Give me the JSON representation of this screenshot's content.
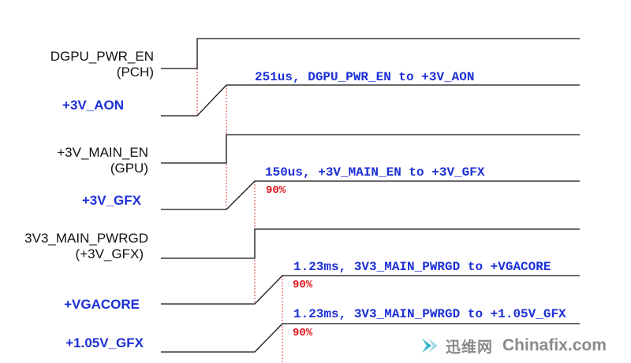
{
  "signals": [
    {
      "name": "dgpu-pwr-en",
      "lines": [
        "DGPU_PWR_EN",
        "(PCH)"
      ],
      "color": "#111111"
    },
    {
      "name": "3v-aon",
      "lines": [
        "+3V_AON"
      ],
      "color": "#1c2fd6"
    },
    {
      "name": "3v-main-en",
      "lines": [
        "+3V_MAIN_EN",
        "(GPU)"
      ],
      "color": "#111111"
    },
    {
      "name": "3v-gfx",
      "lines": [
        "+3V_GFX"
      ],
      "color": "#1c2fd6"
    },
    {
      "name": "3v3-main-pwrgd",
      "lines": [
        "3V3_MAIN_PWRGD",
        "(+3V_GFX)"
      ],
      "color": "#111111"
    },
    {
      "name": "vgacore",
      "lines": [
        "+VGACORE"
      ],
      "color": "#1c2fd6"
    },
    {
      "name": "1v05-gfx",
      "lines": [
        "+1.05V_GFX"
      ],
      "color": "#1c2fd6"
    }
  ],
  "annotations": [
    "251us, DGPU_PWR_EN to +3V_AON",
    "150us, +3V_MAIN_EN to +3V_GFX",
    "1.23ms, 3V3_MAIN_PWRGD to +VGACORE",
    "1.23ms, 3V3_MAIN_PWRGD to +1.05V_GFX"
  ],
  "threshold_labels": [
    "90%",
    "90%",
    "90%"
  ],
  "colors": {
    "signal": "#1c2fd6",
    "annotation": "#1c2fd6",
    "threshold": "#d9161b",
    "guide": "#e23b3b"
  },
  "watermark": {
    "brand_cn": "迅维网",
    "site": "Chinafix.com"
  }
}
